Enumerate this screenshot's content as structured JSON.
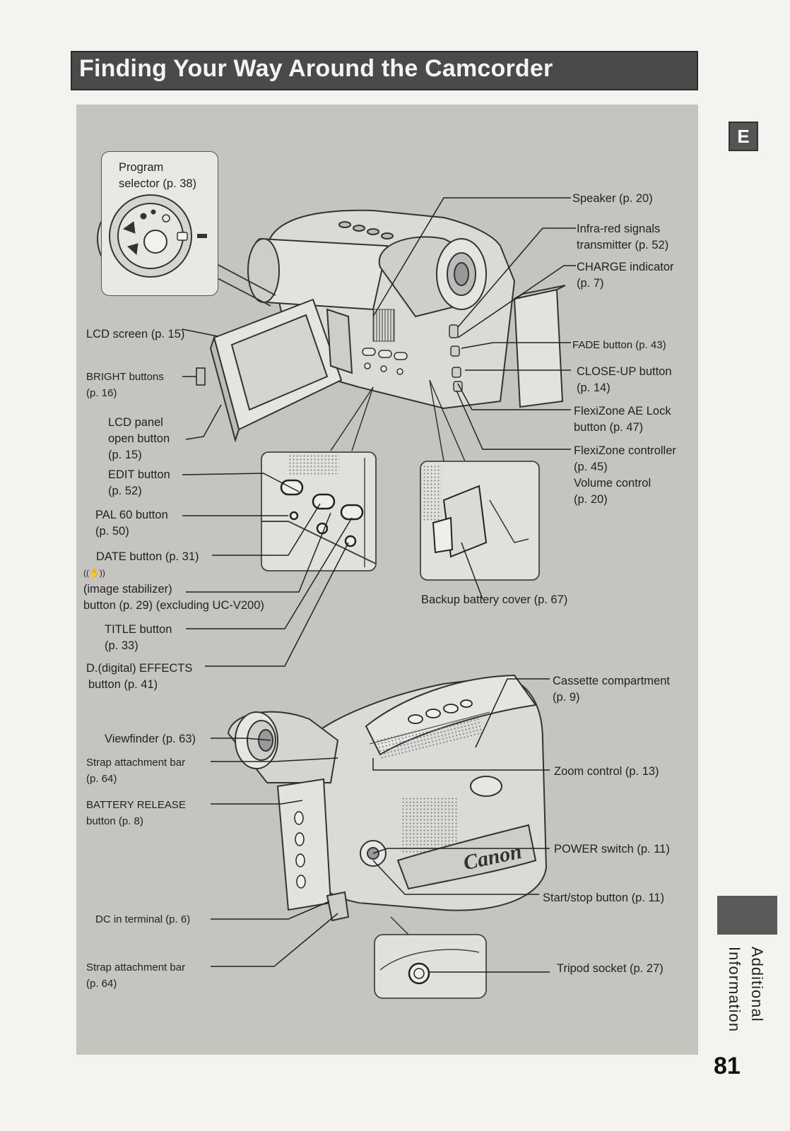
{
  "header": {
    "title": "Finding Your Way Around the Camcorder",
    "language_tab": "E"
  },
  "side": {
    "section_line1": "Additional",
    "section_line2": "Information",
    "page_number": "81"
  },
  "inset": {
    "program_selector_l1": "Program",
    "program_selector_l2": "selector (p. 38)"
  },
  "top_left_labels": {
    "lcd_screen": "LCD screen (p. 15)",
    "bright_l1": "BRIGHT buttons",
    "bright_l2": "(p. 16)",
    "lcd_panel_l1": "LCD panel",
    "lcd_panel_l2": "open button",
    "lcd_panel_l3": "(p. 15)",
    "edit_l1": "EDIT button",
    "edit_l2": "(p. 52)",
    "pal60_l1": "PAL 60 button",
    "pal60_l2": "(p. 50)",
    "date": "DATE button (p. 31)",
    "stabilizer_icon": "((✋))",
    "stabilizer_l1": "(image stabilizer)",
    "stabilizer_l2": "button (p. 29) (excluding UC-V200)",
    "title_l1": "TITLE button",
    "title_l2": "(p. 33)",
    "effects_l1": "D.(digital) EFFECTS",
    "effects_l2": "button (p. 41)"
  },
  "top_right_labels": {
    "speaker": "Speaker (p. 20)",
    "infrared_l1": "Infra-red signals",
    "infrared_l2": "transmitter (p. 52)",
    "charge_l1": "CHARGE indicator",
    "charge_l2": "(p. 7)",
    "fade": "FADE button (p. 43)",
    "closeup_l1": "CLOSE-UP button",
    "closeup_l2": "(p. 14)",
    "ae_lock_l1": "FlexiZone AE Lock",
    "ae_lock_l2": "button (p. 47)",
    "controller_l1": "FlexiZone controller",
    "controller_l2": "(p. 45)",
    "volume_l1": "Volume control",
    "volume_l2": "(p. 20)",
    "backup_battery": "Backup battery cover (p. 67)"
  },
  "bottom_left_labels": {
    "viewfinder": "Viewfinder (p. 63)",
    "strap1_l1": "Strap attachment bar",
    "strap1_l2": "(p. 64)",
    "battery_l1": "BATTERY RELEASE",
    "battery_l2": "button (p. 8)",
    "dc_in": "DC in terminal (p. 6)",
    "strap2_l1": "Strap attachment bar",
    "strap2_l2": "(p. 64)"
  },
  "bottom_right_labels": {
    "cassette_l1": "Cassette compartment",
    "cassette_l2": "(p. 9)",
    "zoom": "Zoom control (p. 13)",
    "power": "POWER switch (p. 11)",
    "startstop": "Start/stop button (p. 11)",
    "tripod": "Tripod socket (p. 27)"
  },
  "brand": "Canon"
}
